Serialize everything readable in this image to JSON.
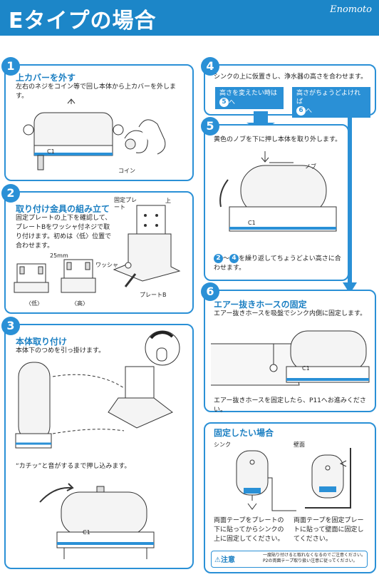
{
  "header": {
    "title": "Eタイプの場合",
    "brand": "Enomoto"
  },
  "step1": {
    "num": "1",
    "title": "上カバーを外す",
    "text": "左右のネジをコイン等で回し本体から上カバーを外します。",
    "coin_label": "コイン",
    "unit_label": "C1"
  },
  "step2": {
    "num": "2",
    "title": "取り付け金具の組み立て",
    "text": "固定プレートの上下を確認して、プレートBをワッシャ付ネジで取り付けます。初めは〈低〉位置で合わせます。",
    "label_plate": "固定プレート",
    "label_up": "上",
    "label_25": "25mm",
    "label_washer": "ワッシャ",
    "label_plateB": "プレートB",
    "label_low": "〈低〉",
    "label_high": "〈高〉"
  },
  "step3": {
    "num": "3",
    "title": "本体取り付け",
    "text": "本体下のつめを引っ掛けます。",
    "text2": "“カチッ”と音がするまで押し込みます。",
    "unit_label": "C1"
  },
  "step4": {
    "num": "4",
    "text": "シンクの上に仮置きし、浄水器の高さを合わせます。",
    "btn_left": "高さを変えたい時は",
    "btn_left_n": "5",
    "btn_left_suffix": "へ",
    "btn_right": "高さがちょうどよければ",
    "btn_right_n": "6",
    "btn_right_suffix": "へ"
  },
  "step5": {
    "num": "5",
    "text": "黄色のノブを下に押し本体を取り外します。",
    "knob_label": "ノブ",
    "repeat_a": "2",
    "repeat_b": "4",
    "repeat_text": "を繰り返してちょうどよい高さに合わせます。",
    "unit_label": "C1"
  },
  "step6": {
    "num": "6",
    "title": "エアー抜きホースの固定",
    "text": "エアー抜きホースを吸盤でシンク内側に固定します。",
    "text2": "エアー抜きホースを固定したら、P11へお進みください。",
    "unit_label": "C1"
  },
  "fix": {
    "title": "固定したい場合",
    "sink_label": "シンク",
    "wall_label": "壁面",
    "sink_text": "両面テープをプレートの下に貼ってからシンクの上に固定してください。",
    "wall_text": "両面テープを固定プレートに貼って壁面に固定してください。",
    "warn_label": "⚠注意",
    "warn_text1": "一度貼り付けると取れなくなるのでご注意ください。",
    "warn_text2": "P2の両面テープ取り扱い注意に従ってください。"
  },
  "colors": {
    "accent": "#2a90d6",
    "header": "#1c86c8"
  }
}
